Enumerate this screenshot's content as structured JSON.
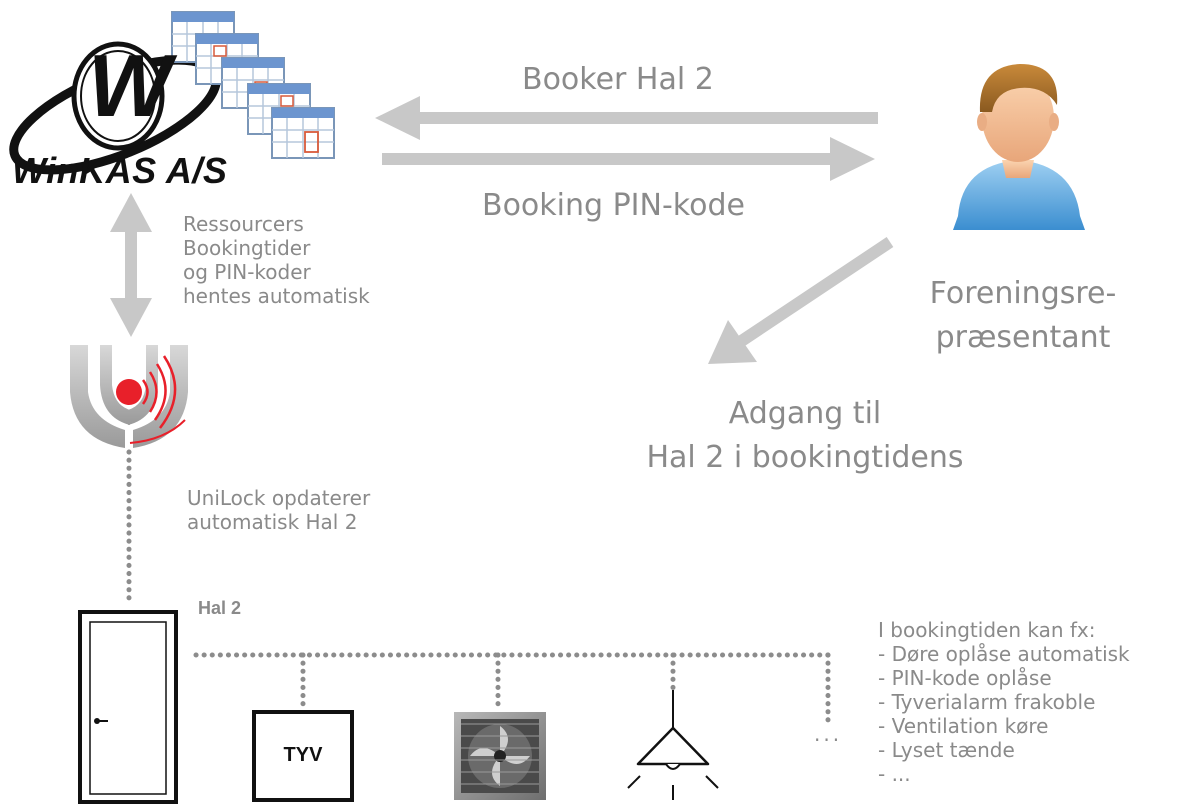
{
  "logo": {
    "name": "WinKAS A/S",
    "letter": "W"
  },
  "arrows": {
    "booking_request": "Booker Hal 2",
    "booking_pin": "Booking PIN-kode",
    "sync_lines": [
      "Ressourcers",
      "Bookingtider",
      "og PIN-koder",
      "hentes automatisk"
    ],
    "access_lines": [
      "Adgang til",
      "Hal 2 i bookingtidens"
    ]
  },
  "person": {
    "role_lines": [
      "Foreningsre-",
      "præsentant"
    ]
  },
  "unilock": {
    "note_lines": [
      "UniLock opdaterer",
      "automatisk Hal 2"
    ]
  },
  "hall": {
    "label": "Hal 2"
  },
  "devices": {
    "alarm_label": "TYV",
    "more": "..."
  },
  "capabilities": {
    "heading": "I bookingtiden kan fx:",
    "items": [
      "- Døre oplåse automatisk",
      "- PIN-kode oplåse",
      "- Tyverialarm frakoble",
      "- Ventilation køre",
      "- Lyset tænde",
      "- ..."
    ]
  },
  "colors": {
    "arrow": "#c8c8c8",
    "text": "#8a8a8a",
    "accent_red": "#e8202a"
  }
}
